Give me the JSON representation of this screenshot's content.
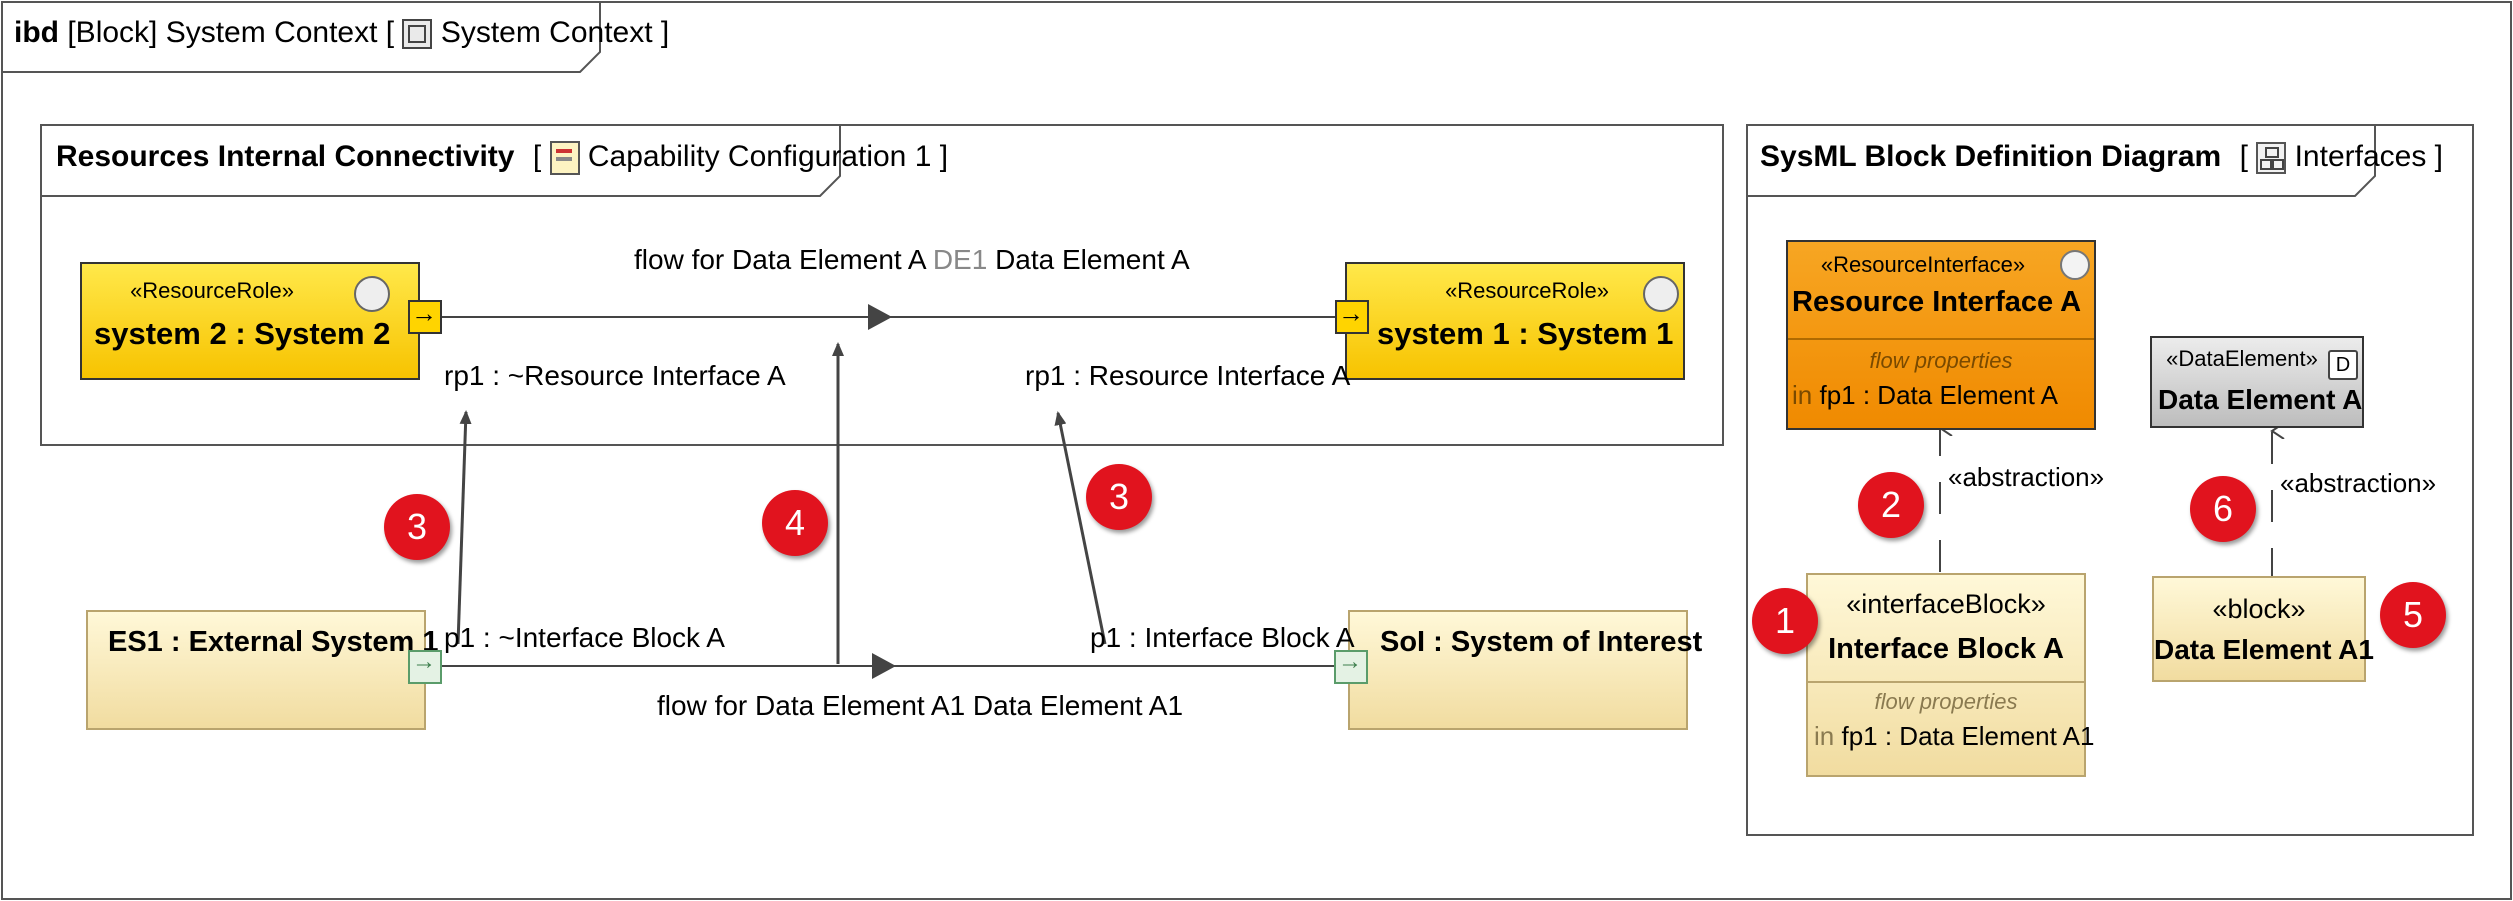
{
  "outer_frame": {
    "kind": "ibd",
    "label": "[Block] System Context [",
    "icon": "diagram-icon",
    "name": "System Context ]"
  },
  "resources_frame": {
    "title": "Resources Internal Connectivity",
    "bracket_open": "[",
    "icon": "capability-configuration-icon",
    "name": "Capability Configuration 1 ]"
  },
  "bdd_frame": {
    "title": "SysML Block Definition Diagram",
    "bracket_open": "[",
    "icon": "bdd-icon",
    "name": "Interfaces ]"
  },
  "blocks": {
    "system2": {
      "stereotype": "«ResourceRole»",
      "name": "system 2 : System 2"
    },
    "system1": {
      "stereotype": "«ResourceRole»",
      "name": "system 1 : System 1"
    },
    "es1": {
      "name": "ES1 : External System 1"
    },
    "soi": {
      "name": "SoI : System of Interest"
    },
    "resource_interface": {
      "stereotype": "«ResourceInterface»",
      "name": "Resource Interface A",
      "compartment": "flow properties",
      "prop_dir": "in",
      "prop": "fp1 : Data Element A"
    },
    "data_element": {
      "stereotype": "«DataElement»",
      "name": "Data Element A",
      "corner": "D"
    },
    "interface_block": {
      "stereotype": "«interfaceBlock»",
      "name": "Interface Block A",
      "compartment": "flow properties",
      "prop_dir": "in",
      "prop": "fp1 : Data Element A1"
    },
    "data_element_a1": {
      "stereotype": "«block»",
      "name": "Data Element A1"
    }
  },
  "labels": {
    "flow_top_a": "flow for Data Element A",
    "flow_top_de1": "DE1",
    "flow_top_b": "Data Element A",
    "rp1_left": "rp1 : ~Resource Interface A",
    "rp1_right": "rp1 : Resource Interface A",
    "p1_left": "p1 : ~Interface Block A",
    "p1_right": "p1 : Interface Block A",
    "flow_bottom": "flow for Data Element A1 Data Element A1",
    "abstraction_1": "«abstraction»",
    "abstraction_2": "«abstraction»"
  },
  "badges": [
    "3",
    "4",
    "3",
    "2",
    "6",
    "1",
    "5"
  ],
  "colors": {
    "badge": "#e1131e",
    "resource_role": "#f7c300",
    "resource_interface": "#f08a00",
    "interface_block": "#f1dca0",
    "data_element": "#bdbdbd"
  }
}
